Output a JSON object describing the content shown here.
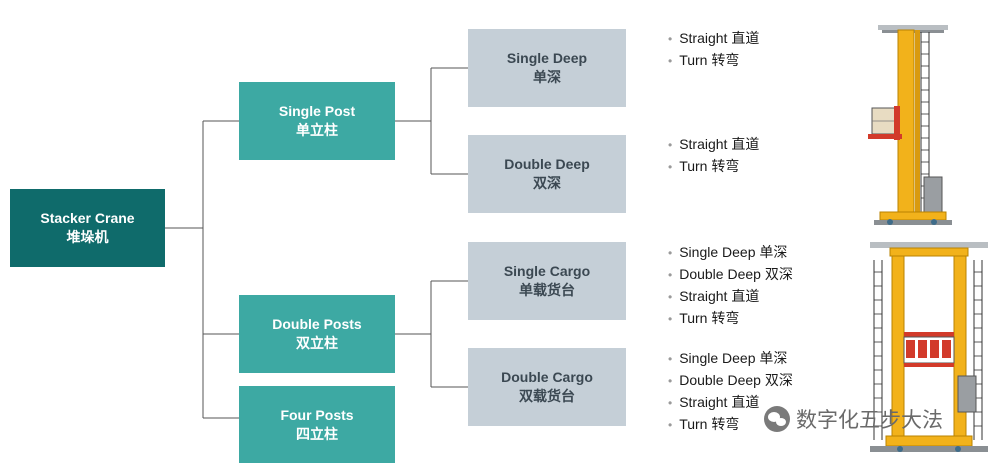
{
  "diagram": {
    "root": {
      "en": "Stacker Crane",
      "zh": "堆垛机"
    },
    "posts": {
      "single": {
        "en": "Single Post",
        "zh": "单立柱"
      },
      "double": {
        "en": "Double Posts",
        "zh": "双立柱"
      },
      "four": {
        "en": "Four Posts",
        "zh": "四立柱"
      }
    },
    "types": {
      "single_deep": {
        "en": "Single Deep",
        "zh": "单深"
      },
      "double_deep": {
        "en": "Double Deep",
        "zh": "双深"
      },
      "single_cargo": {
        "en": "Single Cargo",
        "zh": "单载货台"
      },
      "double_cargo": {
        "en": "Double Cargo",
        "zh": "双载货台"
      }
    },
    "options": {
      "single_deep": [
        "Straight 直道",
        "Turn 转弯"
      ],
      "double_deep": [
        "Straight 直道",
        "Turn 转弯"
      ],
      "single_cargo": [
        "Single Deep 单深",
        "Double Deep 双深",
        "Straight 直道",
        "Turn 转弯"
      ],
      "double_cargo": [
        "Single Deep 单深",
        "Double Deep 双深",
        "Straight 直道",
        "Turn 转弯"
      ]
    }
  },
  "watermark": {
    "text": "数字化五步大法"
  },
  "colors": {
    "root_fill": "#0f6b6b",
    "post_fill": "#3da9a3",
    "type_fill": "#c5cfd7",
    "connector": "#555555",
    "crane_yellow": "#f2b21b"
  },
  "icons": {
    "crane_single_post": "single-post-stacker-crane-illustration",
    "crane_double_post": "double-post-stacker-crane-illustration",
    "watermark_logo": "wechat-icon"
  }
}
